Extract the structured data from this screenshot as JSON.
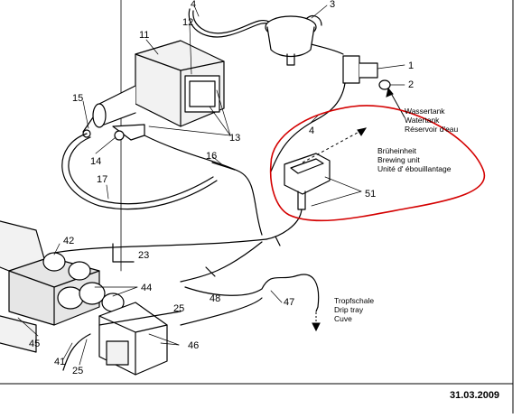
{
  "labels": {
    "p1": "1",
    "p2": "2",
    "p3": "3",
    "p4a": "4",
    "p4b": "4",
    "p11": "11",
    "p12": "12",
    "p13": "13",
    "p14": "14",
    "p15": "15",
    "p16": "16",
    "p17": "17",
    "p23": "23",
    "p25a": "25",
    "p25b": "25",
    "p41": "41",
    "p42": "42",
    "p44": "44",
    "p45": "45",
    "p46": "46",
    "p47": "47",
    "p48": "48",
    "p51": "51"
  },
  "captions": {
    "watertank": [
      "Wassertank",
      "Watertank",
      "Réservoir d'eau"
    ],
    "brewing": [
      "Brüheinheit",
      "Brewing unit",
      "Unité d' ébouillantage"
    ],
    "driptray": [
      "Tropfschale",
      "Drip tray",
      "Cuve"
    ]
  },
  "footer": {
    "date": "31.03.2009"
  },
  "colors": {
    "highlight": "#d40000",
    "line": "#000000",
    "fill": "#e6e6e6"
  }
}
